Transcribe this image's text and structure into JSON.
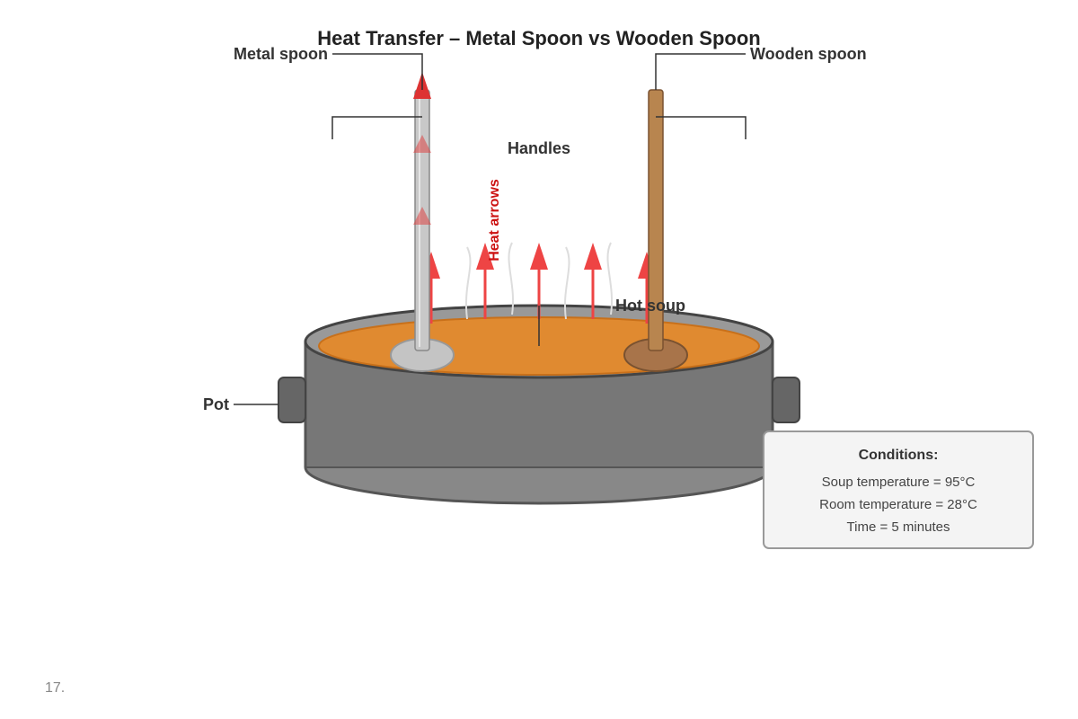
{
  "title": "Heat Transfer – Metal Spoon vs Wooden Spoon",
  "labels": {
    "metal_spoon": "Metal spoon",
    "wooden_spoon": "Wooden spoon",
    "handles": "Handles",
    "heat_arrows": "Heat arrows",
    "hot_soup": "Hot soup",
    "pot": "Pot"
  },
  "conditions": {
    "heading": "Conditions:",
    "lines": [
      "Soup temperature = 95°C",
      "Room temperature = 28°C",
      "Time = 5 minutes"
    ]
  },
  "page_number": "17.",
  "colors": {
    "pot": "#777777",
    "pot_rim": "#999999",
    "soup": "#e08a30",
    "metal_spoon": "#c8c8c8",
    "wooden_spoon": "#b8854f",
    "heat_arrow": "#ee4444",
    "heat_label": "#cc1111"
  }
}
